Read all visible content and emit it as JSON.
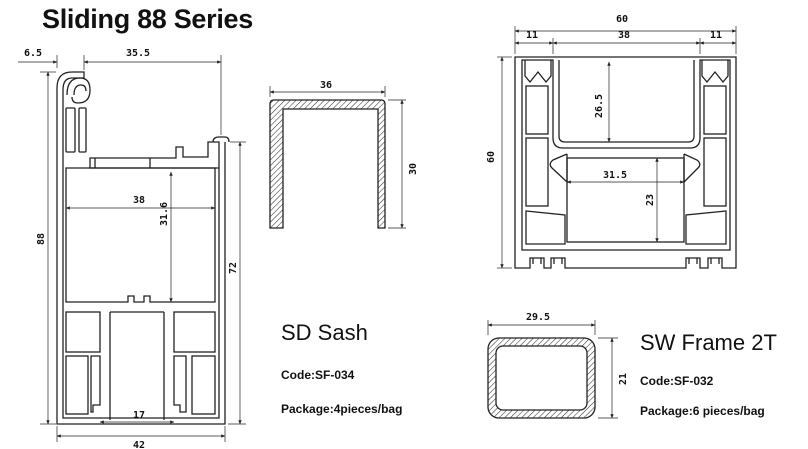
{
  "title": "Sliding 88 Series",
  "colors": {
    "ink": "#222222",
    "background": "#ffffff"
  },
  "left_profile": {
    "dims": {
      "top_left": "6.5",
      "top_main": "35.5",
      "height": "88",
      "inner_width": "38",
      "inner_height": "31.6",
      "right_height": "72",
      "bottom_inner": "17",
      "bottom_width": "42"
    }
  },
  "sd_sash": {
    "name": "SD Sash",
    "code": "Code:SF-034",
    "package": "Package:4pieces/bag",
    "dims": {
      "width": "36",
      "height": "30"
    }
  },
  "right_profile": {
    "dims": {
      "top_width": "60",
      "left_seg": "11",
      "mid_seg": "38",
      "right_seg": "11",
      "height": "60",
      "upper_inner_height": "26.5",
      "lower_inner_width": "31.5",
      "lower_inner_height": "23"
    }
  },
  "sw_frame": {
    "name": "SW Frame 2T",
    "code": "Code:SF-032",
    "package": "Package:6 pieces/bag",
    "dims": {
      "width": "29.5",
      "height": "21"
    }
  }
}
